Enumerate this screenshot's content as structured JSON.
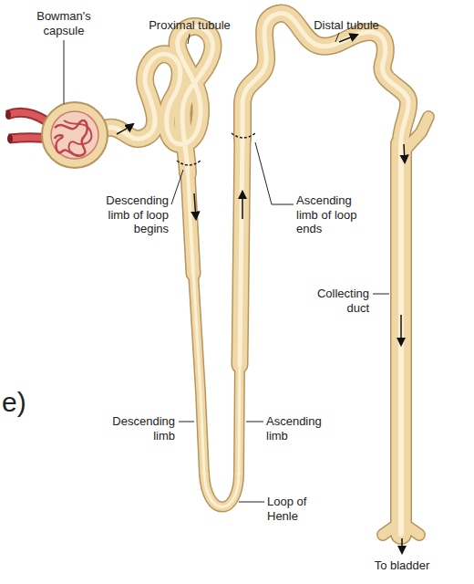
{
  "diagram": {
    "labels": [
      "Bowman's capsule",
      "Proximal tubule",
      "Distal tubule",
      "Descending limb of loop begins",
      "Ascending limb of loop ends",
      "Collecting duct",
      "Descending limb",
      "Ascending limb",
      "Loop of Henle",
      "To bladder",
      "e)"
    ]
  }
}
